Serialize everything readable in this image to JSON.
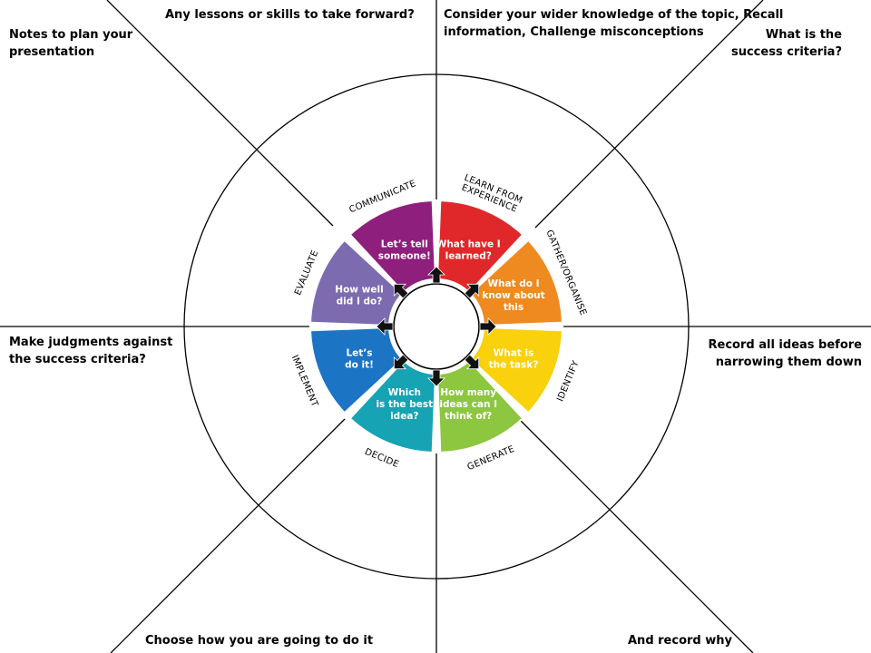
{
  "notes": {
    "top_left": [
      "Notes to plan your",
      "presentation"
    ],
    "top_center_left": [
      "Any lessons or skills to take forward?"
    ],
    "top_center_right": [
      "Consider your wider knowledge of the topic,  Recall",
      "information, Challenge misconceptions"
    ],
    "top_right": [
      "What is the",
      "success criteria?"
    ],
    "middle_left": [
      "Make judgments against",
      "the success criteria?"
    ],
    "middle_right": [
      "Record all ideas before",
      "narrowing them down"
    ],
    "bottom_left": [
      "Choose how you are going to do it"
    ],
    "bottom_right": [
      "And record why"
    ]
  },
  "wheel": {
    "segments": [
      {
        "key": "learn",
        "label": "LEARN FROM EXPERIENCE",
        "label_lines": [
          "LEARN FROM",
          "EXPERIENCE"
        ],
        "text": [
          "What have I",
          "learned?"
        ],
        "color": "#E0282A"
      },
      {
        "key": "gather",
        "label": "GATHER/ORGANISE",
        "label_lines": [
          "GATHER/ORGANISE"
        ],
        "text": [
          "What do I",
          "know about",
          "this"
        ],
        "color": "#EE8A1F"
      },
      {
        "key": "identify",
        "label": "IDENTIFY",
        "label_lines": [
          "IDENTIFY"
        ],
        "text": [
          "What is",
          "the task?"
        ],
        "color": "#F9D10C"
      },
      {
        "key": "generate",
        "label": "GENERATE",
        "label_lines": [
          "GENERATE"
        ],
        "text": [
          "How many",
          "ideas can I",
          "think of?"
        ],
        "color": "#8DC63F"
      },
      {
        "key": "decide",
        "label": "DECIDE",
        "label_lines": [
          "DECIDE"
        ],
        "text": [
          "Which",
          "is the best",
          "idea?"
        ],
        "color": "#16A3B4"
      },
      {
        "key": "implement",
        "label": "IMPLEMENT",
        "label_lines": [
          "IMPLEMENT"
        ],
        "text": [
          "Let’s",
          "do it!"
        ],
        "color": "#1C74C4"
      },
      {
        "key": "evaluate",
        "label": "EVALUATE",
        "label_lines": [
          "EVALUATE"
        ],
        "text": [
          "How well",
          "did I do?"
        ],
        "color": "#7D6BAF"
      },
      {
        "key": "communicate",
        "label": "COMMUNICATE",
        "label_lines": [
          "COMMUNICATE"
        ],
        "text": [
          "Let’s tell",
          "someone!"
        ],
        "color": "#8F1F7C"
      }
    ]
  }
}
